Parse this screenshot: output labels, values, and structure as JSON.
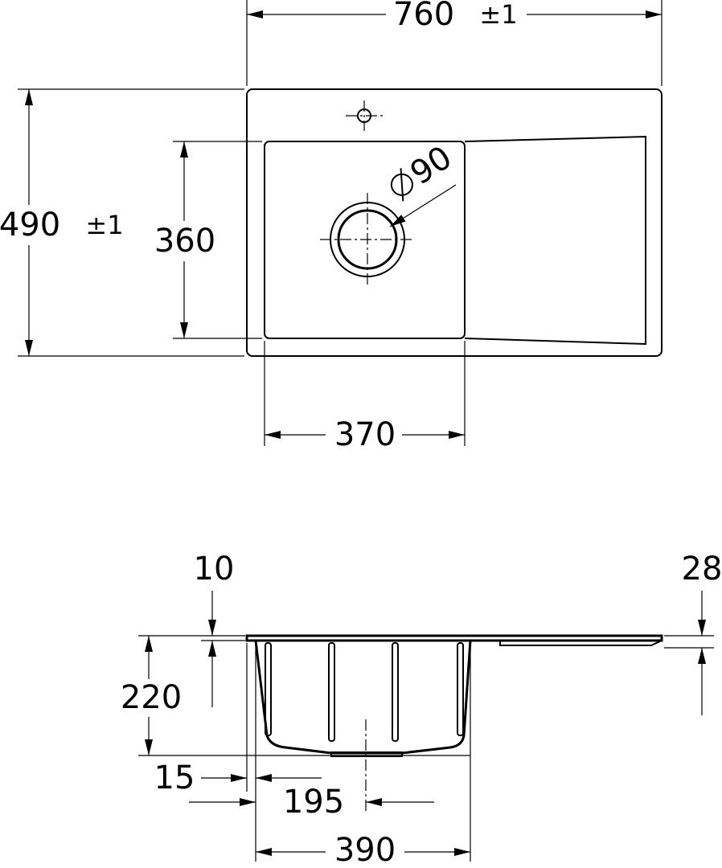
{
  "title": "Sink dimension drawing",
  "top_view": {
    "width": "760",
    "width_tolerance": "±1",
    "depth": "490",
    "depth_tolerance": "±1",
    "bowl_depth": "360",
    "bowl_width": "370",
    "drain_diameter": "90"
  },
  "side_view": {
    "rim_thickness": "10",
    "drainer_recess": "28",
    "bowl_height": "220",
    "rim_offset": "15",
    "drain_center": "195",
    "bowl_outer_width": "390"
  }
}
